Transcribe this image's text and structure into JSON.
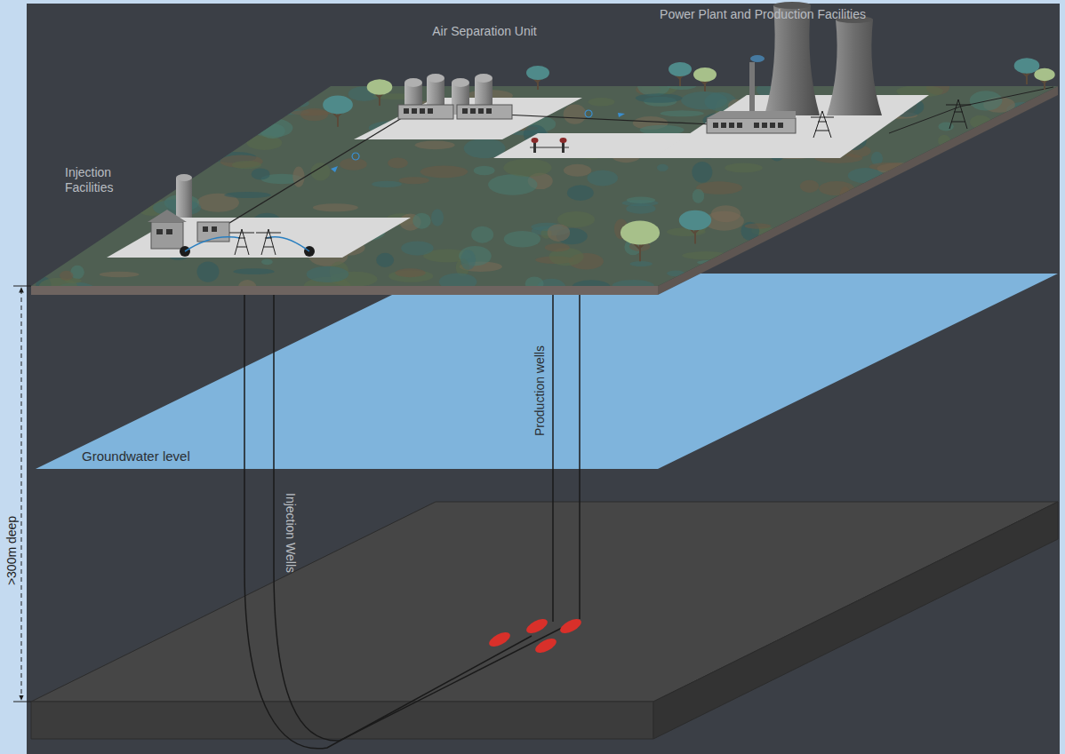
{
  "diagram": {
    "nodes": [
      {
        "text": [
          "Groundwater level"
        ]
      }
    ],
    "labels": [
      "Power Plant and Production Facilities",
      "Air Separation Unit",
      "Injection Facilities",
      "Production wells",
      "Injection Wells",
      ">300m deep"
    ]
  }
}
